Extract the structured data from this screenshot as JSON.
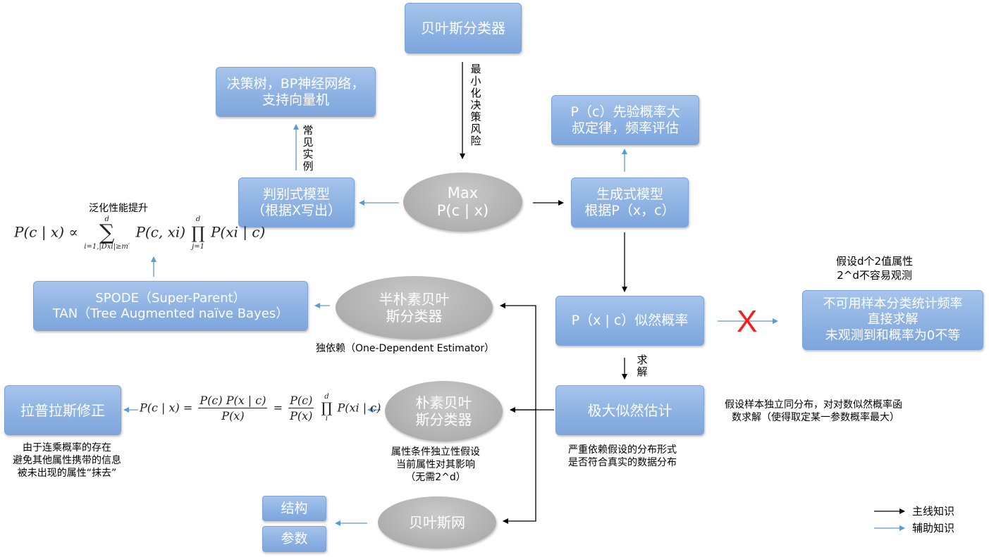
{
  "nodes": {
    "bayes_classifier": "贝叶斯分类器",
    "max_posterior": [
      "Max",
      "P(c | x)"
    ],
    "discriminative": [
      "判别式模型",
      "（根据X写出）"
    ],
    "examples": [
      "决策树，BP神经网络，",
      "支持向量机"
    ],
    "generative": [
      "生成式模型",
      "根据P（x，c）"
    ],
    "prior": [
      "P（c）先验概率大",
      "叔定律，频率评估"
    ],
    "likelihood": "P（x | c）似然概率",
    "cannot_use": [
      "不可用样本分类统计频率",
      "直接求解",
      "未观测到和概率为0不等"
    ],
    "mle": "极大似然估计",
    "semi_naive": [
      "半朴素贝叶",
      "斯分类器"
    ],
    "spode_tan": [
      "SPODE（Super-Parent）",
      "TAN（Tree Augmented naïve Bayes）"
    ],
    "naive": [
      "朴素贝叶",
      "斯分类器"
    ],
    "laplace": "拉普拉斯修正",
    "bayes_net": "贝叶斯网",
    "structure": "结构",
    "params": "参数"
  },
  "labels": {
    "min_risk": "最小化决策风险",
    "common_examples": "常见实例",
    "solve": "求解",
    "generalization": "泛化性能提升",
    "d_binary": [
      "假设d个2值属性",
      "2^d不容易观测"
    ],
    "iid_assumption": [
      "假设样本独立同分布，对对数似然概率函",
      "数求解（使得取定某一参数概率最大）"
    ],
    "mle_depends": [
      "严重依赖假设的分布形式",
      "是否符合真实的数据分布"
    ],
    "one_dependent": "独依赖（One-Dependent Estimator）",
    "naive_assumption": [
      "属性条件独立性假设",
      "当前属性对其影响",
      "（无需2^d）"
    ],
    "laplace_reason": [
      "由于连乘概率的存在",
      "避免其他属性携带的信息",
      "被未出现的属性“抹去”"
    ],
    "x_mark": "X"
  },
  "formulas": {
    "semi_lhs": "P(c | x) ∝",
    "semi_sum_top": "d",
    "semi_sum_bottom": "i=1,|Dxi|≥m′",
    "semi_term1": "P(c, xi)",
    "semi_prod_top": "d",
    "semi_prod_bottom": "j=1",
    "semi_term2": "P(xi | c)",
    "naive_lhs": "P(c | x) =",
    "naive_f1_num": "P(c) P(x | c)",
    "naive_f1_den": "P(x)",
    "naive_eq": "=",
    "naive_f2_num": "P(c)",
    "naive_f2_den": "P(x)",
    "naive_prod_top": "d",
    "naive_prod_bottom": "i",
    "naive_term": "P(xi | c)"
  },
  "legend": {
    "main": "主线知识",
    "aux": "辅助知识"
  },
  "colors": {
    "main_arrow": "#000000",
    "aux_arrow": "#5b9bd5",
    "node_blue": "#8db2e3",
    "ellipse_gray": "#b3b3b3",
    "x_red": "#ff1a1a"
  }
}
